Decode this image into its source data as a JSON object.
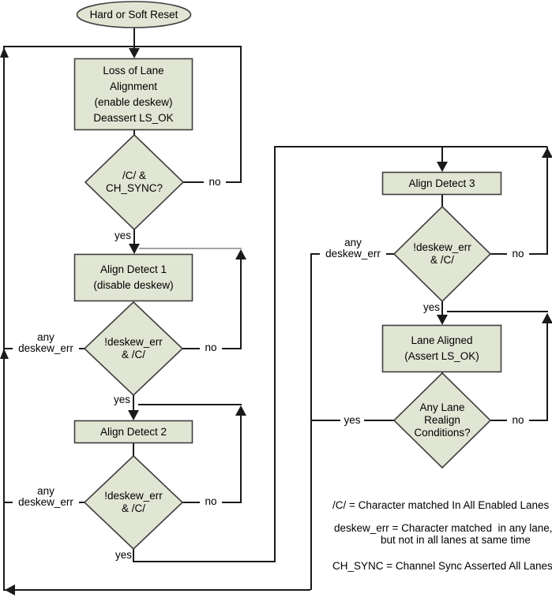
{
  "palette": {
    "node_fill": "#e1e5d3",
    "node_border": "#3f3f3f",
    "line": "#1a1a1a",
    "gray_line": "#a3a3a3",
    "background": "#ffffff",
    "text": "#000000"
  },
  "nodes": {
    "start": "Hard or Soft Reset",
    "loss_of_alignment": "Loss of Lane\nAlignment\n(enable deskew)\nDeassert LS_OK",
    "sync_check": "/C/ &\nCH_SYNC?",
    "align_detect_1": "Align Detect 1\n(disable deskew)",
    "deskew_check_1": "!deskew_err\n& /C/",
    "align_detect_2": "Align Detect 2",
    "deskew_check_2": "!deskew_err\n& /C/",
    "align_detect_3": "Align Detect 3",
    "deskew_check_3": "!deskew_err\n& /C/",
    "lane_aligned": "Lane Aligned\n(Assert LS_OK)",
    "realign_check": "Any Lane\nRealign\nConditions?"
  },
  "edge_labels": {
    "yes": "yes",
    "no": "no",
    "any_deskew_err": "any\ndeskew_err"
  },
  "legend": {
    "c_def": "/C/ = Character matched In All Enabled Lanes",
    "deskew_def": "deskew_err = Character matched  in any lane,",
    "deskew_def_cont": "but not in all lanes at same time",
    "ch_sync_def": "CH_SYNC = Channel Sync Asserted All Lanes"
  }
}
